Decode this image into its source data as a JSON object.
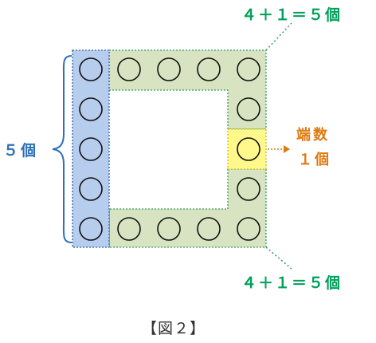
{
  "labels": {
    "top_formula": "４＋１＝５個",
    "bottom_formula": "４＋１＝５個",
    "left_count": "５個",
    "end_count_title": "端数",
    "end_count_value": "１個",
    "caption": "【図２】"
  },
  "colors": {
    "blue_fill": "#b7cdee",
    "green_fill": "#d7e3c1",
    "yellow_fill": "#fff88a",
    "green_text": "#00a05a",
    "blue_text": "#2e6fb7",
    "orange_text": "#e07a10"
  },
  "structure": {
    "left_column_circles": 5,
    "top_row_circles": 4,
    "right_column_circles": 3,
    "bottom_row_circles": 4,
    "end_circles": 1
  }
}
